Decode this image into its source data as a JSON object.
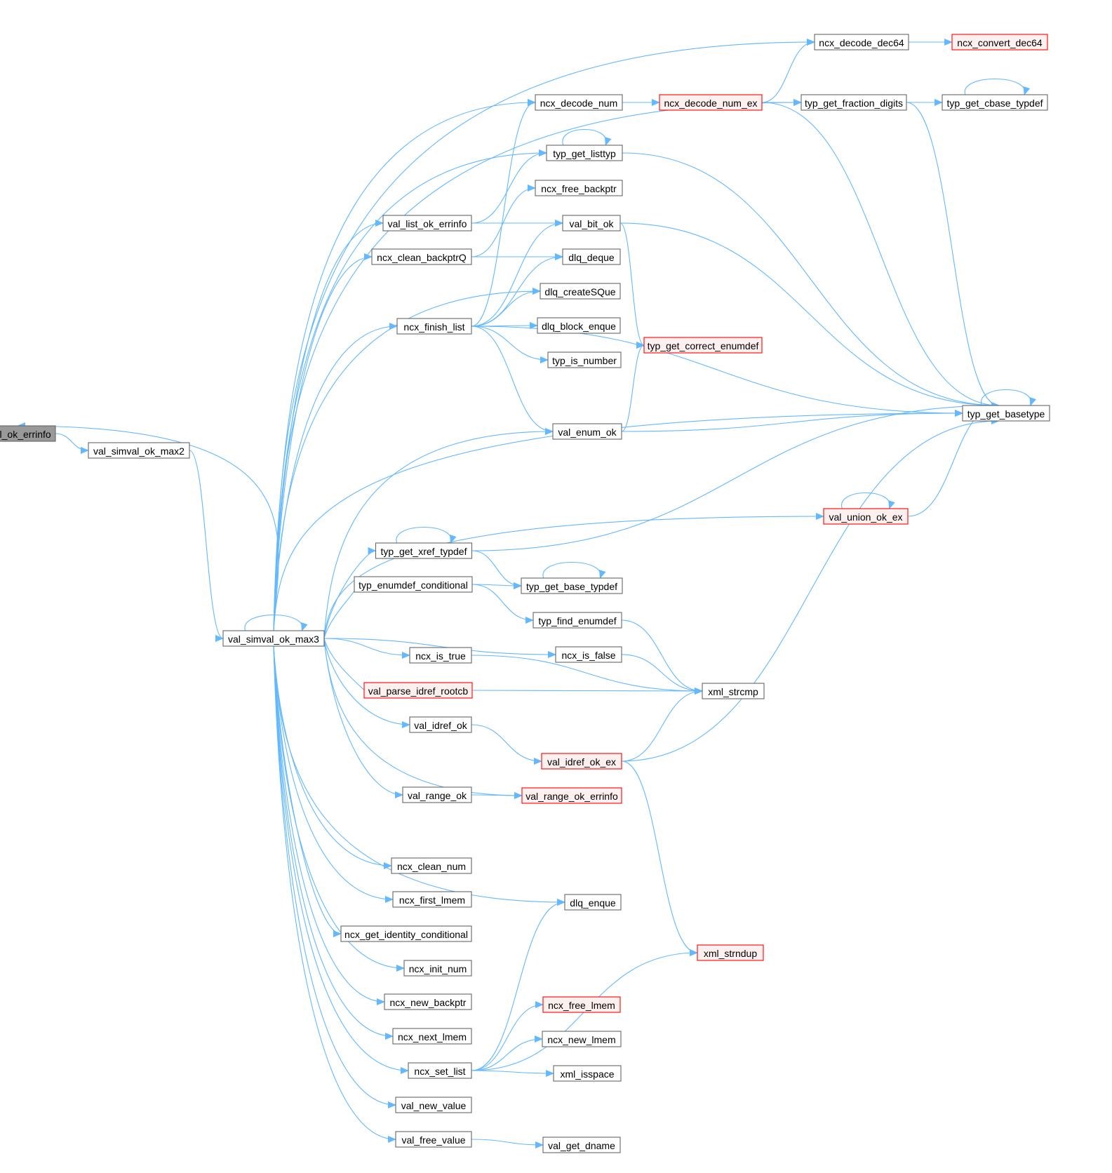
{
  "colors": {
    "edge": "#63b8ff",
    "node_border": "#666666",
    "node_fill": "#ffffff",
    "focus_fill": "#999999",
    "focus_border": "#666666",
    "truncated_border": "#ff0000",
    "truncated_fill": "#fff0f0"
  },
  "nodes": [
    {
      "id": "val_simval_ok_errinfo",
      "label": "val_simval_ok_errinfo",
      "style": "focus"
    },
    {
      "id": "val_simval_ok_max2",
      "label": "val_simval_ok_max2",
      "style": "normal"
    },
    {
      "id": "val_simval_ok_max3",
      "label": "val_simval_ok_max3",
      "style": "normal"
    },
    {
      "id": "val_list_ok_errinfo",
      "label": "val_list_ok_errinfo",
      "style": "normal"
    },
    {
      "id": "ncx_decode_dec64",
      "label": "ncx_decode_dec64",
      "style": "normal"
    },
    {
      "id": "ncx_convert_dec64",
      "label": "ncx_convert_dec64",
      "style": "truncated"
    },
    {
      "id": "ncx_decode_num",
      "label": "ncx_decode_num",
      "style": "normal"
    },
    {
      "id": "ncx_decode_num_ex",
      "label": "ncx_decode_num_ex",
      "style": "truncated"
    },
    {
      "id": "typ_get_fraction_digits",
      "label": "typ_get_fraction_digits",
      "style": "normal"
    },
    {
      "id": "typ_get_cbase_typdef",
      "label": "typ_get_cbase_typdef",
      "style": "normal"
    },
    {
      "id": "typ_get_listtyp",
      "label": "typ_get_listtyp",
      "style": "normal"
    },
    {
      "id": "ncx_free_backptr",
      "label": "ncx_free_backptr",
      "style": "normal"
    },
    {
      "id": "val_bit_ok",
      "label": "val_bit_ok",
      "style": "normal"
    },
    {
      "id": "ncx_clean_backptrQ",
      "label": "ncx_clean_backptrQ",
      "style": "normal"
    },
    {
      "id": "dlq_deque",
      "label": "dlq_deque",
      "style": "normal"
    },
    {
      "id": "dlq_createSQue",
      "label": "dlq_createSQue",
      "style": "normal"
    },
    {
      "id": "ncx_finish_list",
      "label": "ncx_finish_list",
      "style": "normal"
    },
    {
      "id": "dlq_block_enque",
      "label": "dlq_block_enque",
      "style": "normal"
    },
    {
      "id": "typ_get_correct_enumdef",
      "label": "typ_get_correct_enumdef",
      "style": "truncated"
    },
    {
      "id": "typ_is_number",
      "label": "typ_is_number",
      "style": "normal"
    },
    {
      "id": "typ_get_basetype",
      "label": "typ_get_basetype",
      "style": "normal"
    },
    {
      "id": "val_enum_ok",
      "label": "val_enum_ok",
      "style": "normal"
    },
    {
      "id": "val_union_ok_ex",
      "label": "val_union_ok_ex",
      "style": "truncated"
    },
    {
      "id": "typ_get_xref_typdef",
      "label": "typ_get_xref_typdef",
      "style": "normal"
    },
    {
      "id": "typ_enumdef_conditional",
      "label": "typ_enumdef_conditional",
      "style": "normal"
    },
    {
      "id": "typ_get_base_typdef",
      "label": "typ_get_base_typdef",
      "style": "normal"
    },
    {
      "id": "typ_find_enumdef",
      "label": "typ_find_enumdef",
      "style": "normal"
    },
    {
      "id": "ncx_is_true",
      "label": "ncx_is_true",
      "style": "normal"
    },
    {
      "id": "ncx_is_false",
      "label": "ncx_is_false",
      "style": "normal"
    },
    {
      "id": "xml_strcmp",
      "label": "xml_strcmp",
      "style": "normal"
    },
    {
      "id": "val_parse_idref_rootcb",
      "label": "val_parse_idref_rootcb",
      "style": "truncated"
    },
    {
      "id": "val_idref_ok",
      "label": "val_idref_ok",
      "style": "normal"
    },
    {
      "id": "val_idref_ok_ex",
      "label": "val_idref_ok_ex",
      "style": "truncated"
    },
    {
      "id": "val_range_ok",
      "label": "val_range_ok",
      "style": "normal"
    },
    {
      "id": "val_range_ok_errinfo",
      "label": "val_range_ok_errinfo",
      "style": "truncated"
    },
    {
      "id": "ncx_clean_num",
      "label": "ncx_clean_num",
      "style": "normal"
    },
    {
      "id": "dlq_enque",
      "label": "dlq_enque",
      "style": "normal"
    },
    {
      "id": "ncx_first_lmem",
      "label": "ncx_first_lmem",
      "style": "normal"
    },
    {
      "id": "ncx_get_identity_conditional",
      "label": "ncx_get_identity_conditional",
      "style": "normal"
    },
    {
      "id": "xml_strndup",
      "label": "xml_strndup",
      "style": "truncated"
    },
    {
      "id": "ncx_init_num",
      "label": "ncx_init_num",
      "style": "normal"
    },
    {
      "id": "ncx_new_backptr",
      "label": "ncx_new_backptr",
      "style": "normal"
    },
    {
      "id": "ncx_free_lmem",
      "label": "ncx_free_lmem",
      "style": "truncated"
    },
    {
      "id": "ncx_next_lmem",
      "label": "ncx_next_lmem",
      "style": "normal"
    },
    {
      "id": "ncx_new_lmem",
      "label": "ncx_new_lmem",
      "style": "normal"
    },
    {
      "id": "ncx_set_list",
      "label": "ncx_set_list",
      "style": "normal"
    },
    {
      "id": "xml_isspace",
      "label": "xml_isspace",
      "style": "normal"
    },
    {
      "id": "val_new_value",
      "label": "val_new_value",
      "style": "normal"
    },
    {
      "id": "val_free_value",
      "label": "val_free_value",
      "style": "normal"
    },
    {
      "id": "val_get_dname",
      "label": "val_get_dname",
      "style": "normal"
    }
  ],
  "edges": [
    [
      "val_simval_ok_errinfo",
      "val_simval_ok_max2"
    ],
    [
      "val_simval_ok_max2",
      "val_simval_ok_max3"
    ],
    [
      "val_simval_ok_max3",
      "val_simval_ok_max3"
    ],
    [
      "val_simval_ok_max3",
      "val_simval_ok_errinfo"
    ],
    [
      "val_simval_ok_max3",
      "ncx_decode_dec64"
    ],
    [
      "val_simval_ok_max3",
      "typ_get_fraction_digits"
    ],
    [
      "val_simval_ok_max3",
      "ncx_decode_num"
    ],
    [
      "val_simval_ok_max3",
      "typ_get_listtyp"
    ],
    [
      "val_simval_ok_max3",
      "val_list_ok_errinfo"
    ],
    [
      "val_simval_ok_max3",
      "ncx_clean_backptrQ"
    ],
    [
      "val_simval_ok_max3",
      "dlq_createSQue"
    ],
    [
      "val_simval_ok_max3",
      "ncx_finish_list"
    ],
    [
      "val_simval_ok_max3",
      "val_enum_ok"
    ],
    [
      "val_simval_ok_max3",
      "typ_get_basetype"
    ],
    [
      "val_simval_ok_max3",
      "val_union_ok_ex"
    ],
    [
      "val_simval_ok_max3",
      "typ_get_xref_typdef"
    ],
    [
      "val_simval_ok_max3",
      "typ_enumdef_conditional"
    ],
    [
      "val_simval_ok_max3",
      "ncx_is_false"
    ],
    [
      "val_simval_ok_max3",
      "ncx_is_true"
    ],
    [
      "val_simval_ok_max3",
      "val_parse_idref_rootcb"
    ],
    [
      "val_simval_ok_max3",
      "val_idref_ok"
    ],
    [
      "val_simval_ok_max3",
      "val_range_ok_errinfo"
    ],
    [
      "val_simval_ok_max3",
      "val_range_ok"
    ],
    [
      "val_simval_ok_max3",
      "dlq_enque"
    ],
    [
      "val_simval_ok_max3",
      "ncx_clean_num"
    ],
    [
      "val_simval_ok_max3",
      "ncx_first_lmem"
    ],
    [
      "val_simval_ok_max3",
      "ncx_get_identity_conditional"
    ],
    [
      "val_simval_ok_max3",
      "ncx_init_num"
    ],
    [
      "val_simval_ok_max3",
      "ncx_new_backptr"
    ],
    [
      "val_simval_ok_max3",
      "ncx_next_lmem"
    ],
    [
      "val_simval_ok_max3",
      "ncx_set_list"
    ],
    [
      "val_simval_ok_max3",
      "val_new_value"
    ],
    [
      "val_simval_ok_max3",
      "val_free_value"
    ],
    [
      "ncx_decode_dec64",
      "ncx_convert_dec64"
    ],
    [
      "ncx_decode_num",
      "ncx_decode_num_ex"
    ],
    [
      "ncx_decode_num_ex",
      "ncx_decode_dec64"
    ],
    [
      "ncx_decode_num_ex",
      "typ_get_fraction_digits"
    ],
    [
      "ncx_decode_num_ex",
      "typ_get_basetype"
    ],
    [
      "typ_get_fraction_digits",
      "typ_get_cbase_typdef"
    ],
    [
      "typ_get_fraction_digits",
      "typ_get_basetype"
    ],
    [
      "typ_get_cbase_typdef",
      "typ_get_cbase_typdef"
    ],
    [
      "typ_get_listtyp",
      "typ_get_listtyp"
    ],
    [
      "typ_get_listtyp",
      "typ_get_basetype"
    ],
    [
      "val_list_ok_errinfo",
      "typ_get_listtyp"
    ],
    [
      "val_list_ok_errinfo",
      "val_bit_ok"
    ],
    [
      "ncx_clean_backptrQ",
      "ncx_free_backptr"
    ],
    [
      "ncx_clean_backptrQ",
      "dlq_deque"
    ],
    [
      "val_bit_ok",
      "typ_get_correct_enumdef"
    ],
    [
      "val_bit_ok",
      "typ_get_basetype"
    ],
    [
      "ncx_finish_list",
      "ncx_decode_num"
    ],
    [
      "ncx_finish_list",
      "val_bit_ok"
    ],
    [
      "ncx_finish_list",
      "dlq_deque"
    ],
    [
      "ncx_finish_list",
      "dlq_createSQue"
    ],
    [
      "ncx_finish_list",
      "dlq_block_enque"
    ],
    [
      "ncx_finish_list",
      "typ_is_number"
    ],
    [
      "ncx_finish_list",
      "typ_get_basetype"
    ],
    [
      "ncx_finish_list",
      "val_enum_ok"
    ],
    [
      "val_enum_ok",
      "typ_get_correct_enumdef"
    ],
    [
      "val_enum_ok",
      "typ_get_basetype"
    ],
    [
      "typ_get_basetype",
      "typ_get_basetype"
    ],
    [
      "val_union_ok_ex",
      "val_union_ok_ex"
    ],
    [
      "val_union_ok_ex",
      "typ_get_basetype"
    ],
    [
      "typ_get_xref_typdef",
      "typ_get_xref_typdef"
    ],
    [
      "typ_get_xref_typdef",
      "typ_get_basetype"
    ],
    [
      "typ_get_xref_typdef",
      "typ_get_base_typdef"
    ],
    [
      "typ_get_base_typdef",
      "typ_get_base_typdef"
    ],
    [
      "typ_enumdef_conditional",
      "typ_get_base_typdef"
    ],
    [
      "typ_enumdef_conditional",
      "typ_find_enumdef"
    ],
    [
      "typ_find_enumdef",
      "xml_strcmp"
    ],
    [
      "ncx_is_false",
      "xml_strcmp"
    ],
    [
      "ncx_is_true",
      "xml_strcmp"
    ],
    [
      "val_parse_idref_rootcb",
      "xml_strcmp"
    ],
    [
      "val_idref_ok",
      "val_idref_ok_ex"
    ],
    [
      "val_idref_ok_ex",
      "xml_strcmp"
    ],
    [
      "val_idref_ok_ex",
      "typ_get_basetype"
    ],
    [
      "val_idref_ok_ex",
      "xml_strndup"
    ],
    [
      "val_range_ok",
      "val_range_ok_errinfo"
    ],
    [
      "ncx_set_list",
      "dlq_enque"
    ],
    [
      "ncx_set_list",
      "ncx_free_lmem"
    ],
    [
      "ncx_set_list",
      "ncx_new_lmem"
    ],
    [
      "ncx_set_list",
      "xml_isspace"
    ],
    [
      "ncx_set_list",
      "xml_strndup"
    ],
    [
      "val_free_value",
      "val_get_dname"
    ]
  ]
}
